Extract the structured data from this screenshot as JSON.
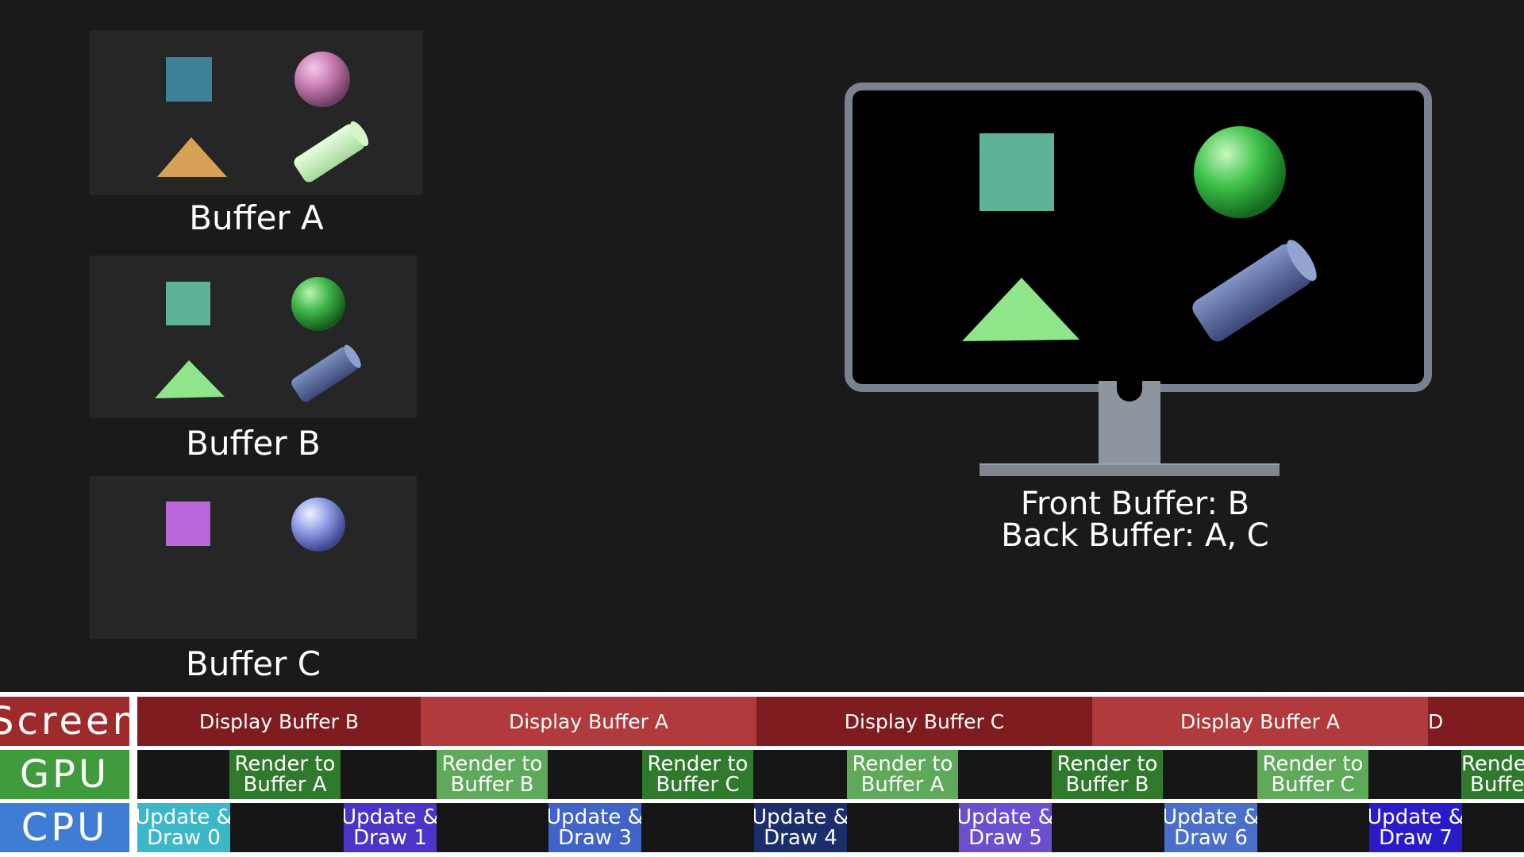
{
  "buffers": [
    {
      "label": "Buffer A"
    },
    {
      "label": "Buffer B"
    },
    {
      "label": "Buffer C"
    }
  ],
  "monitor": {
    "front_buffer": "Front Buffer: B",
    "back_buffer": "Back Buffer: A, C"
  },
  "timeline": {
    "rows": {
      "screen": "Screen",
      "gpu": "GPU",
      "cpu": "CPU"
    },
    "screen_blocks": [
      "Display Buffer B",
      "Display Buffer A",
      "Display Buffer C",
      "Display Buffer A",
      "D"
    ],
    "gpu_blocks": [
      {
        "line1": "Render to",
        "line2": "Buffer A"
      },
      {
        "line1": "Render to",
        "line2": "Buffer B"
      },
      {
        "line1": "Render to",
        "line2": "Buffer C"
      },
      {
        "line1": "Render to",
        "line2": "Buffer A"
      },
      {
        "line1": "Render to",
        "line2": "Buffer B"
      },
      {
        "line1": "Render to",
        "line2": "Buffer C"
      },
      {
        "line1": "Render to",
        "line2": "Buffer A"
      }
    ],
    "cpu_blocks": [
      {
        "line1": "Update &",
        "line2": "Draw 0"
      },
      {
        "line1": "Update &",
        "line2": "Draw 1"
      },
      {
        "line1": "Update &",
        "line2": "Draw 3"
      },
      {
        "line1": "Update &",
        "line2": "Draw 4"
      },
      {
        "line1": "Update &",
        "line2": "Draw 5"
      },
      {
        "line1": "Update &",
        "line2": "Draw 6"
      },
      {
        "line1": "Update &",
        "line2": "Draw 7"
      }
    ]
  },
  "colors": {
    "screen_dark": "#7f1c1f",
    "screen_light": "#b03a3c",
    "gpu_dark": "#2f7a2c",
    "gpu_light": "#5ea95a",
    "cpu_label": "#3f7dd4",
    "gpu_label": "#3f9b3c",
    "screen_label": "#9f2a2c"
  }
}
